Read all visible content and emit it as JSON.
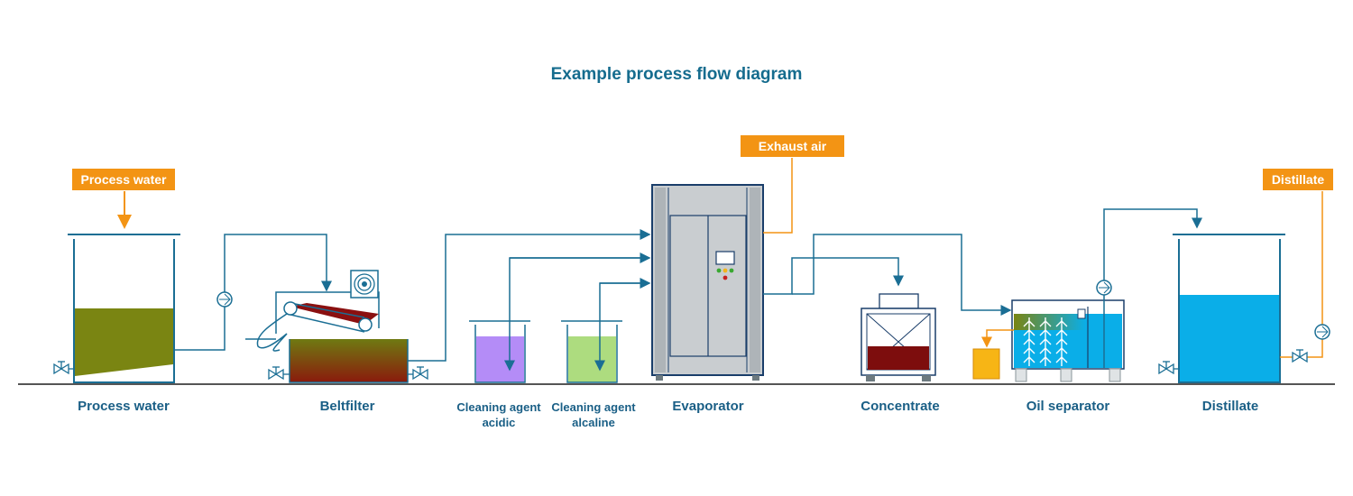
{
  "diagram": {
    "title": "Example process flow diagram",
    "colors": {
      "line": "#1a6e94",
      "tag": "#f39414",
      "process_water_fill": "#7a8512",
      "sludge_top": "#6f7a12",
      "sludge_bottom": "#8a1a0c",
      "acidic_fill": "#b48cf7",
      "alcaline_fill": "#addc7f",
      "concentrate_fill": "#7d0d0d",
      "distillate_fill": "#0aaee8",
      "cabinet": "#c9cdd0",
      "oil_drum": "#f7b515"
    },
    "tags": {
      "process_water": "Process water",
      "exhaust_air": "Exhaust air",
      "distillate": "Distillate"
    },
    "stations": [
      "Process water",
      "Beltfilter",
      "Cleaning agent acidic",
      "Cleaning agent alcaline",
      "Evaporator",
      "Concentrate",
      "Oil separator",
      "Distillate"
    ],
    "labels": {
      "process_water": "Process water",
      "beltfilter": "Beltfilter",
      "acidic_l1": "Cleaning agent",
      "acidic_l2": "acidic",
      "alcaline_l1": "Cleaning agent",
      "alcaline_l2": "alcaline",
      "evaporator": "Evaporator",
      "concentrate": "Concentrate",
      "oil_separator": "Oil separator",
      "distillate": "Distillate"
    }
  }
}
